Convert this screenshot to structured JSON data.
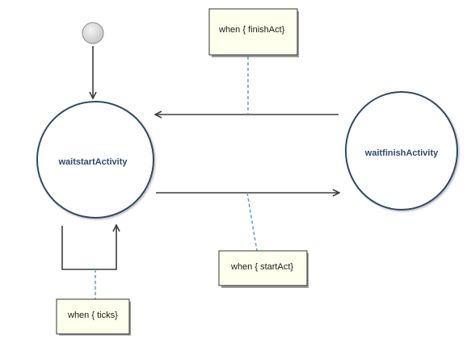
{
  "diagram": {
    "states": {
      "wait_start": {
        "label": "waitstartActivity"
      },
      "wait_finish": {
        "label": "waitfinishActivity"
      }
    },
    "notes": {
      "finish_act": {
        "text": "when { finishAct}"
      },
      "start_act": {
        "text": "when { startAct}"
      },
      "ticks": {
        "text": "when { ticks}"
      }
    }
  },
  "colors": {
    "state_fill": "#ffffff",
    "state_stroke": "#2e4a6b",
    "note_fill": "#ffffee",
    "note_stroke": "#333333",
    "edge": "#3d3d3d",
    "anchor_line": "#5b9bd5",
    "initial_fill": "#d9d9d9"
  }
}
